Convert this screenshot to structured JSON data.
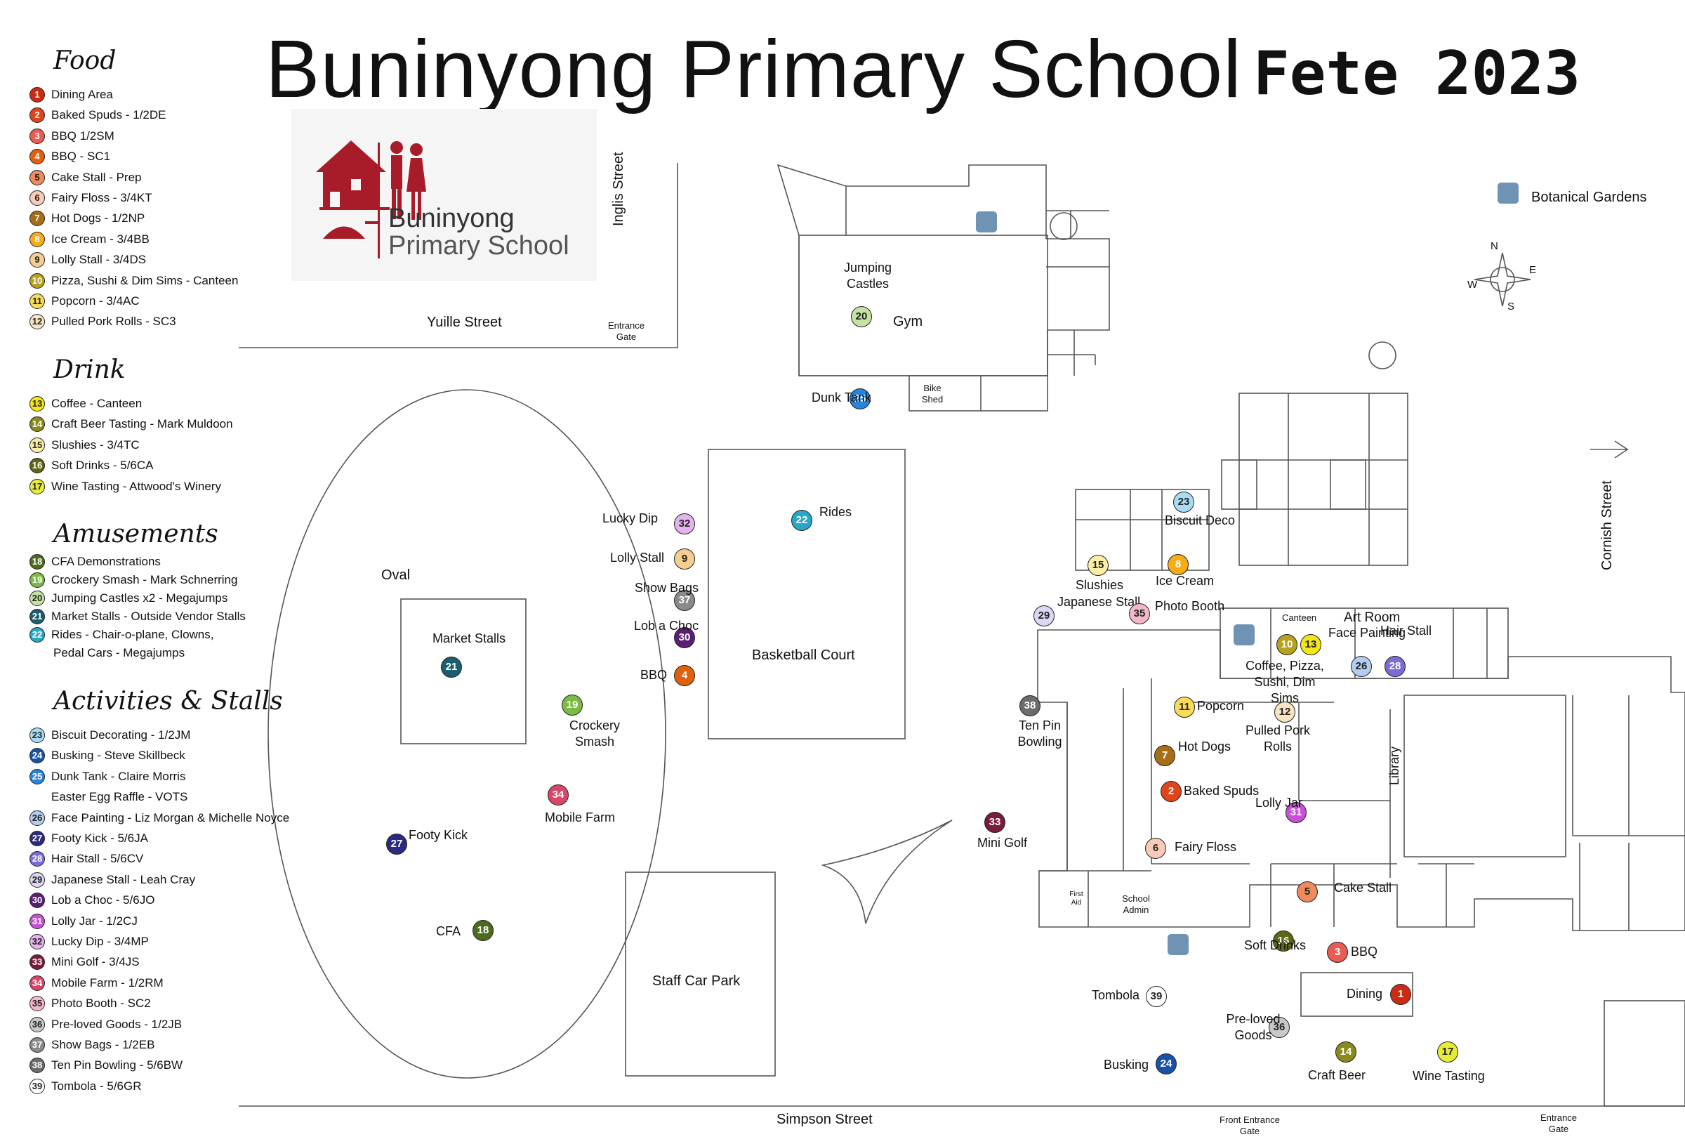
{
  "title": "Buninyong Primary School",
  "subtitle": "Fete 2023",
  "logo": {
    "line1": "Buninyong",
    "line2": "Primary School"
  },
  "legend": {
    "food": {
      "heading": "Food",
      "items": [
        {
          "n": "1",
          "label": "Dining Area",
          "color": "#cc2b12"
        },
        {
          "n": "2",
          "label": "Baked Spuds - 1/2DE",
          "color": "#e2431b"
        },
        {
          "n": "3",
          "label": "BBQ 1/2SM",
          "color": "#ea5b53"
        },
        {
          "n": "4",
          "label": "BBQ - SC1",
          "color": "#e0610d"
        },
        {
          "n": "5",
          "label": "Cake Stall - Prep",
          "color": "#ef8a5c"
        },
        {
          "n": "6",
          "label": "Fairy Floss - 3/4KT",
          "color": "#f7cbb6"
        },
        {
          "n": "7",
          "label": "Hot Dogs - 1/2NP",
          "color": "#a86e16"
        },
        {
          "n": "8",
          "label": "Ice Cream - 3/4BB",
          "color": "#f5ac15"
        },
        {
          "n": "9",
          "label": "Lolly Stall - 3/4DS",
          "color": "#f6cf90"
        },
        {
          "n": "10",
          "label": "Pizza, Sushi & Dim Sims - Canteen",
          "color": "#b8a11c"
        },
        {
          "n": "11",
          "label": "Popcorn - 3/4AC",
          "color": "#f7dc58"
        },
        {
          "n": "12",
          "label": "Pulled Pork Rolls - SC3",
          "color": "#f8e3c2"
        }
      ]
    },
    "drink": {
      "heading": "Drink",
      "items": [
        {
          "n": "13",
          "label": "Coffee - Canteen",
          "color": "#f2e614"
        },
        {
          "n": "14",
          "label": "Craft Beer Tasting - Mark Muldoon",
          "color": "#8b8b1d"
        },
        {
          "n": "15",
          "label": "Slushies - 3/4TC",
          "color": "#f8eea4"
        },
        {
          "n": "16",
          "label": "Soft Drinks - 5/6CA",
          "color": "#5f6616"
        },
        {
          "n": "17",
          "label": "Wine Tasting - Attwood's Winery",
          "color": "#e6ec38"
        }
      ]
    },
    "amusements": {
      "heading": "Amusements",
      "items": [
        {
          "n": "18",
          "label": "CFA Demonstrations",
          "color": "#4d6b1d"
        },
        {
          "n": "19",
          "label": "Crockery Smash - Mark Schnerring",
          "color": "#7bbb43"
        },
        {
          "n": "20",
          "label": "Jumping Castles x2 - Megajumps",
          "color": "#c4e3a3"
        },
        {
          "n": "21",
          "label": "Market Stalls - Outside Vendor Stalls",
          "color": "#1b5f6e"
        },
        {
          "n": "22",
          "label": "Rides - Chair-o-plane, Clowns,",
          "label2": "Pedal Cars - Megajumps",
          "color": "#28a7c8"
        }
      ]
    },
    "activities": {
      "heading": "Activities & Stalls",
      "items": [
        {
          "n": "23",
          "label": "Biscuit Decorating - 1/2JM",
          "color": "#a8dcf4"
        },
        {
          "n": "24",
          "label": "Busking - Steve Skillbeck",
          "color": "#1754a8"
        },
        {
          "n": "25",
          "label": "Dunk Tank - Claire Morris",
          "color": "#2784d8"
        },
        {
          "n": "",
          "label": "Easter Egg Raffle - VOTS",
          "color": ""
        },
        {
          "n": "26",
          "label": "Face Painting - Liz Morgan & Michelle Noyce",
          "color": "#b3cdf0"
        },
        {
          "n": "27",
          "label": "Footy Kick - 5/6JA",
          "color": "#2b2a80"
        },
        {
          "n": "28",
          "label": "Hair Stall - 5/6CV",
          "color": "#7e6bd6"
        },
        {
          "n": "29",
          "label": "Japanese Stall - Leah Cray",
          "color": "#dcd6f4"
        },
        {
          "n": "30",
          "label": "Lob a Choc - 5/6JO",
          "color": "#5a1f72"
        },
        {
          "n": "31",
          "label": "Lolly Jar - 1/2CJ",
          "color": "#c94fd8"
        },
        {
          "n": "32",
          "label": "Lucky Dip - 3/4MP",
          "color": "#e4b4ec"
        },
        {
          "n": "33",
          "label": "Mini Golf - 3/4JS",
          "color": "#7a1c3a"
        },
        {
          "n": "34",
          "label": "Mobile Farm - 1/2RM",
          "color": "#d9466a"
        },
        {
          "n": "35",
          "label": "Photo Booth - SC2",
          "color": "#f4b7c9"
        },
        {
          "n": "36",
          "label": "Pre-loved Goods - 1/2JB",
          "color": "#c8c8c8"
        },
        {
          "n": "37",
          "label": "Show Bags - 1/2EB",
          "color": "#8a8a8a"
        },
        {
          "n": "38",
          "label": "Ten Pin Bowling - 5/6BW",
          "color": "#6b6b6b"
        },
        {
          "n": "39",
          "label": "Tombola - 5/6GR",
          "color": "#ffffff"
        }
      ]
    }
  },
  "streets": {
    "yuille": "Yuille Street",
    "inglis": "Inglis Street",
    "cornish": "Cornish Street",
    "simpson": "Simpson Street",
    "entrance_gate": "Entrance Gate",
    "entrance_gate_right": "Entrance Gate",
    "front_entrance_gate": "Front Entrance Gate",
    "botanical": "Botanical Gardens"
  },
  "areas": {
    "oval": "Oval",
    "market_stalls": "Market Stalls",
    "gym": "Gym",
    "basketball_court": "Basketball Court",
    "staff_car_park": "Staff Car Park",
    "bike_shed": "Bike Shed",
    "canteen": "Canteen",
    "art_room": "Art Room",
    "library": "Library",
    "first_aid": "First Aid",
    "school_admin": "School Admin"
  },
  "compass": {
    "n": "N",
    "e": "E",
    "s": "S",
    "w": "W"
  },
  "map_labels": [
    {
      "id": "20",
      "text": "Jumping Castles"
    },
    {
      "id": "25",
      "text": "Dunk Tank"
    },
    {
      "id": "22",
      "text": "Rides"
    },
    {
      "id": "32",
      "text": "Lucky Dip"
    },
    {
      "id": "9",
      "text": "Lolly Stall"
    },
    {
      "id": "37",
      "text": "Show Bags"
    },
    {
      "id": "30",
      "text": "Lob a Choc"
    },
    {
      "id": "4",
      "text": "BBQ"
    },
    {
      "id": "19",
      "text": "Crockery Smash"
    },
    {
      "id": "34",
      "text": "Mobile Farm"
    },
    {
      "id": "27",
      "text": "Footy Kick"
    },
    {
      "id": "18",
      "text": "CFA"
    },
    {
      "id": "21",
      "text": ""
    },
    {
      "id": "33",
      "text": "Mini Golf"
    },
    {
      "id": "38",
      "text": "Ten Pin Bowling"
    },
    {
      "id": "29",
      "text": "Japanese Stall"
    },
    {
      "id": "35",
      "text": "Photo Booth"
    },
    {
      "id": "15",
      "text": "Slushies"
    },
    {
      "id": "8",
      "text": "Ice Cream"
    },
    {
      "id": "23",
      "text": "Biscuit Deco"
    },
    {
      "id": "10",
      "text": ""
    },
    {
      "id": "13",
      "text": "Coffee, Pizza, Sushi, Dim Sims"
    },
    {
      "id": "26",
      "text": "Face Painting"
    },
    {
      "id": "28",
      "text": "Hair Stall"
    },
    {
      "id": "11",
      "text": "Popcorn"
    },
    {
      "id": "12",
      "text": "Pulled Pork Rolls"
    },
    {
      "id": "7",
      "text": "Hot Dogs"
    },
    {
      "id": "2",
      "text": "Baked Spuds"
    },
    {
      "id": "31",
      "text": "Lolly Jar"
    },
    {
      "id": "6",
      "text": "Fairy Floss"
    },
    {
      "id": "5",
      "text": "Cake Stall"
    },
    {
      "id": "16",
      "text": "Soft Drinks"
    },
    {
      "id": "3",
      "text": "BBQ"
    },
    {
      "id": "1",
      "text": "Dining"
    },
    {
      "id": "39",
      "text": "Tombola"
    },
    {
      "id": "36",
      "text": "Pre-loved Goods"
    },
    {
      "id": "14",
      "text": "Craft Beer"
    },
    {
      "id": "17",
      "text": "Wine Tasting"
    },
    {
      "id": "24",
      "text": "Busking"
    }
  ]
}
